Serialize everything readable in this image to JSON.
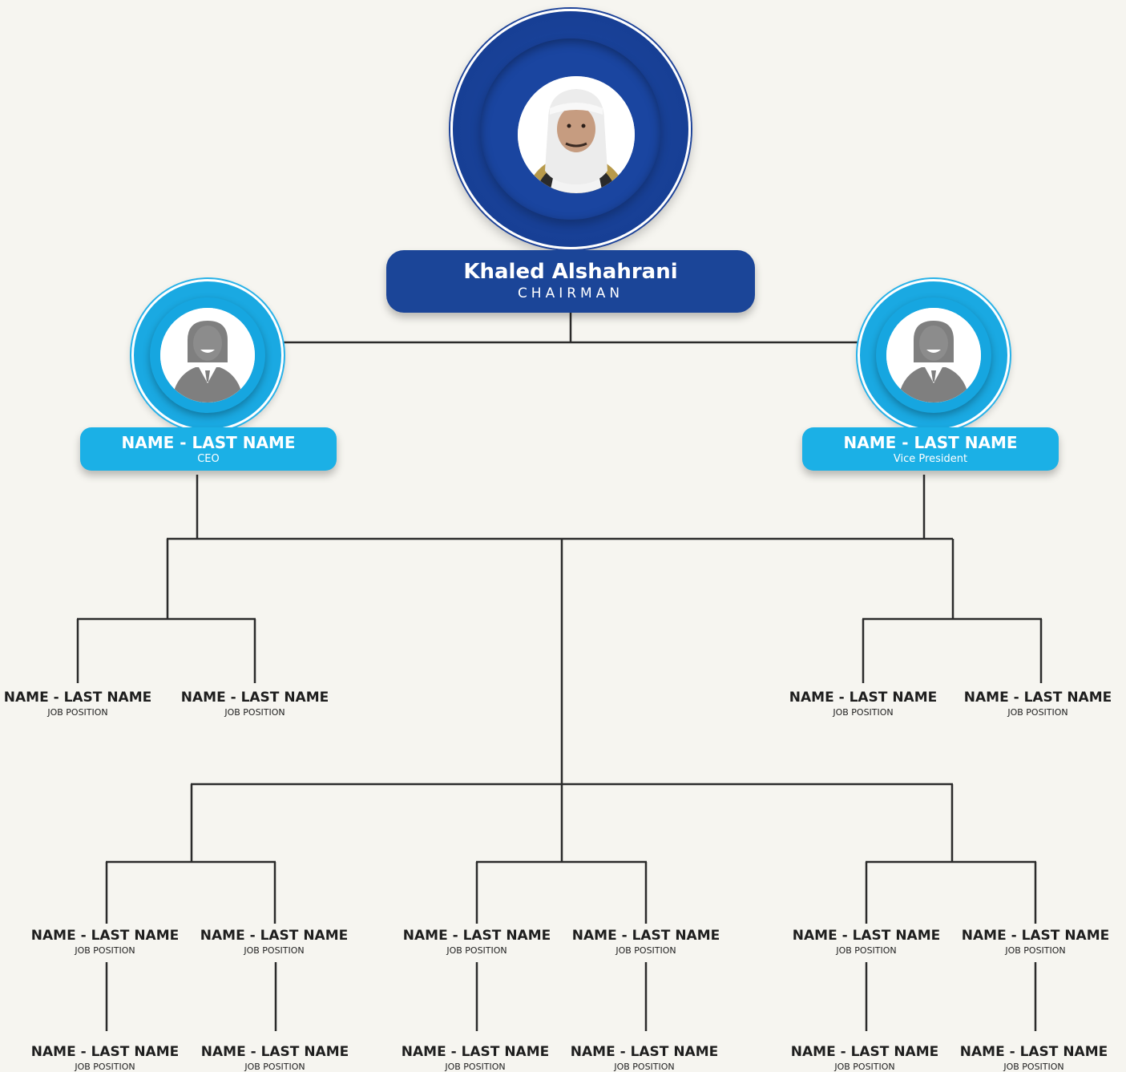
{
  "chairman": {
    "name": "Khaled Alshahrani",
    "role": "CHAIRMAN",
    "photo_icon": "person-photo-icon"
  },
  "executives": [
    {
      "name": "NAME - LAST NAME",
      "role": "CEO",
      "icon": "female-avatar-icon"
    },
    {
      "name": "NAME - LAST NAME",
      "role": "Vice President",
      "icon": "female-avatar-icon"
    }
  ],
  "staff_level_1": [
    {
      "name": "NAME - LAST NAME",
      "role": "JOB POSITION"
    },
    {
      "name": "NAME - LAST NAME",
      "role": "JOB POSITION"
    },
    {
      "name": "NAME - LAST NAME",
      "role": "JOB POSITION"
    },
    {
      "name": "NAME - LAST NAME",
      "role": "JOB POSITION"
    }
  ],
  "staff_level_2": [
    {
      "name": "NAME - LAST NAME",
      "role": "JOB POSITION"
    },
    {
      "name": "NAME - LAST NAME",
      "role": "JOB POSITION"
    },
    {
      "name": "NAME - LAST NAME",
      "role": "JOB POSITION"
    },
    {
      "name": "NAME - LAST NAME",
      "role": "JOB POSITION"
    },
    {
      "name": "NAME - LAST NAME",
      "role": "JOB POSITION"
    },
    {
      "name": "NAME - LAST NAME",
      "role": "JOB POSITION"
    }
  ],
  "staff_level_3": [
    {
      "name": "NAME - LAST NAME",
      "role": "JOB POSITION"
    },
    {
      "name": "NAME - LAST NAME",
      "role": "JOB POSITION"
    },
    {
      "name": "NAME - LAST NAME",
      "role": "JOB POSITION"
    },
    {
      "name": "NAME - LAST NAME",
      "role": "JOB POSITION"
    },
    {
      "name": "NAME - LAST NAME",
      "role": "JOB POSITION"
    },
    {
      "name": "NAME - LAST NAME",
      "role": "JOB POSITION"
    }
  ],
  "colors": {
    "background": "#f6f5f0",
    "chairman_blue": "#1b4598",
    "executive_cyan": "#1bb0e6",
    "connector": "#2b2b2b",
    "avatar_gray": "#7f7f7f"
  }
}
